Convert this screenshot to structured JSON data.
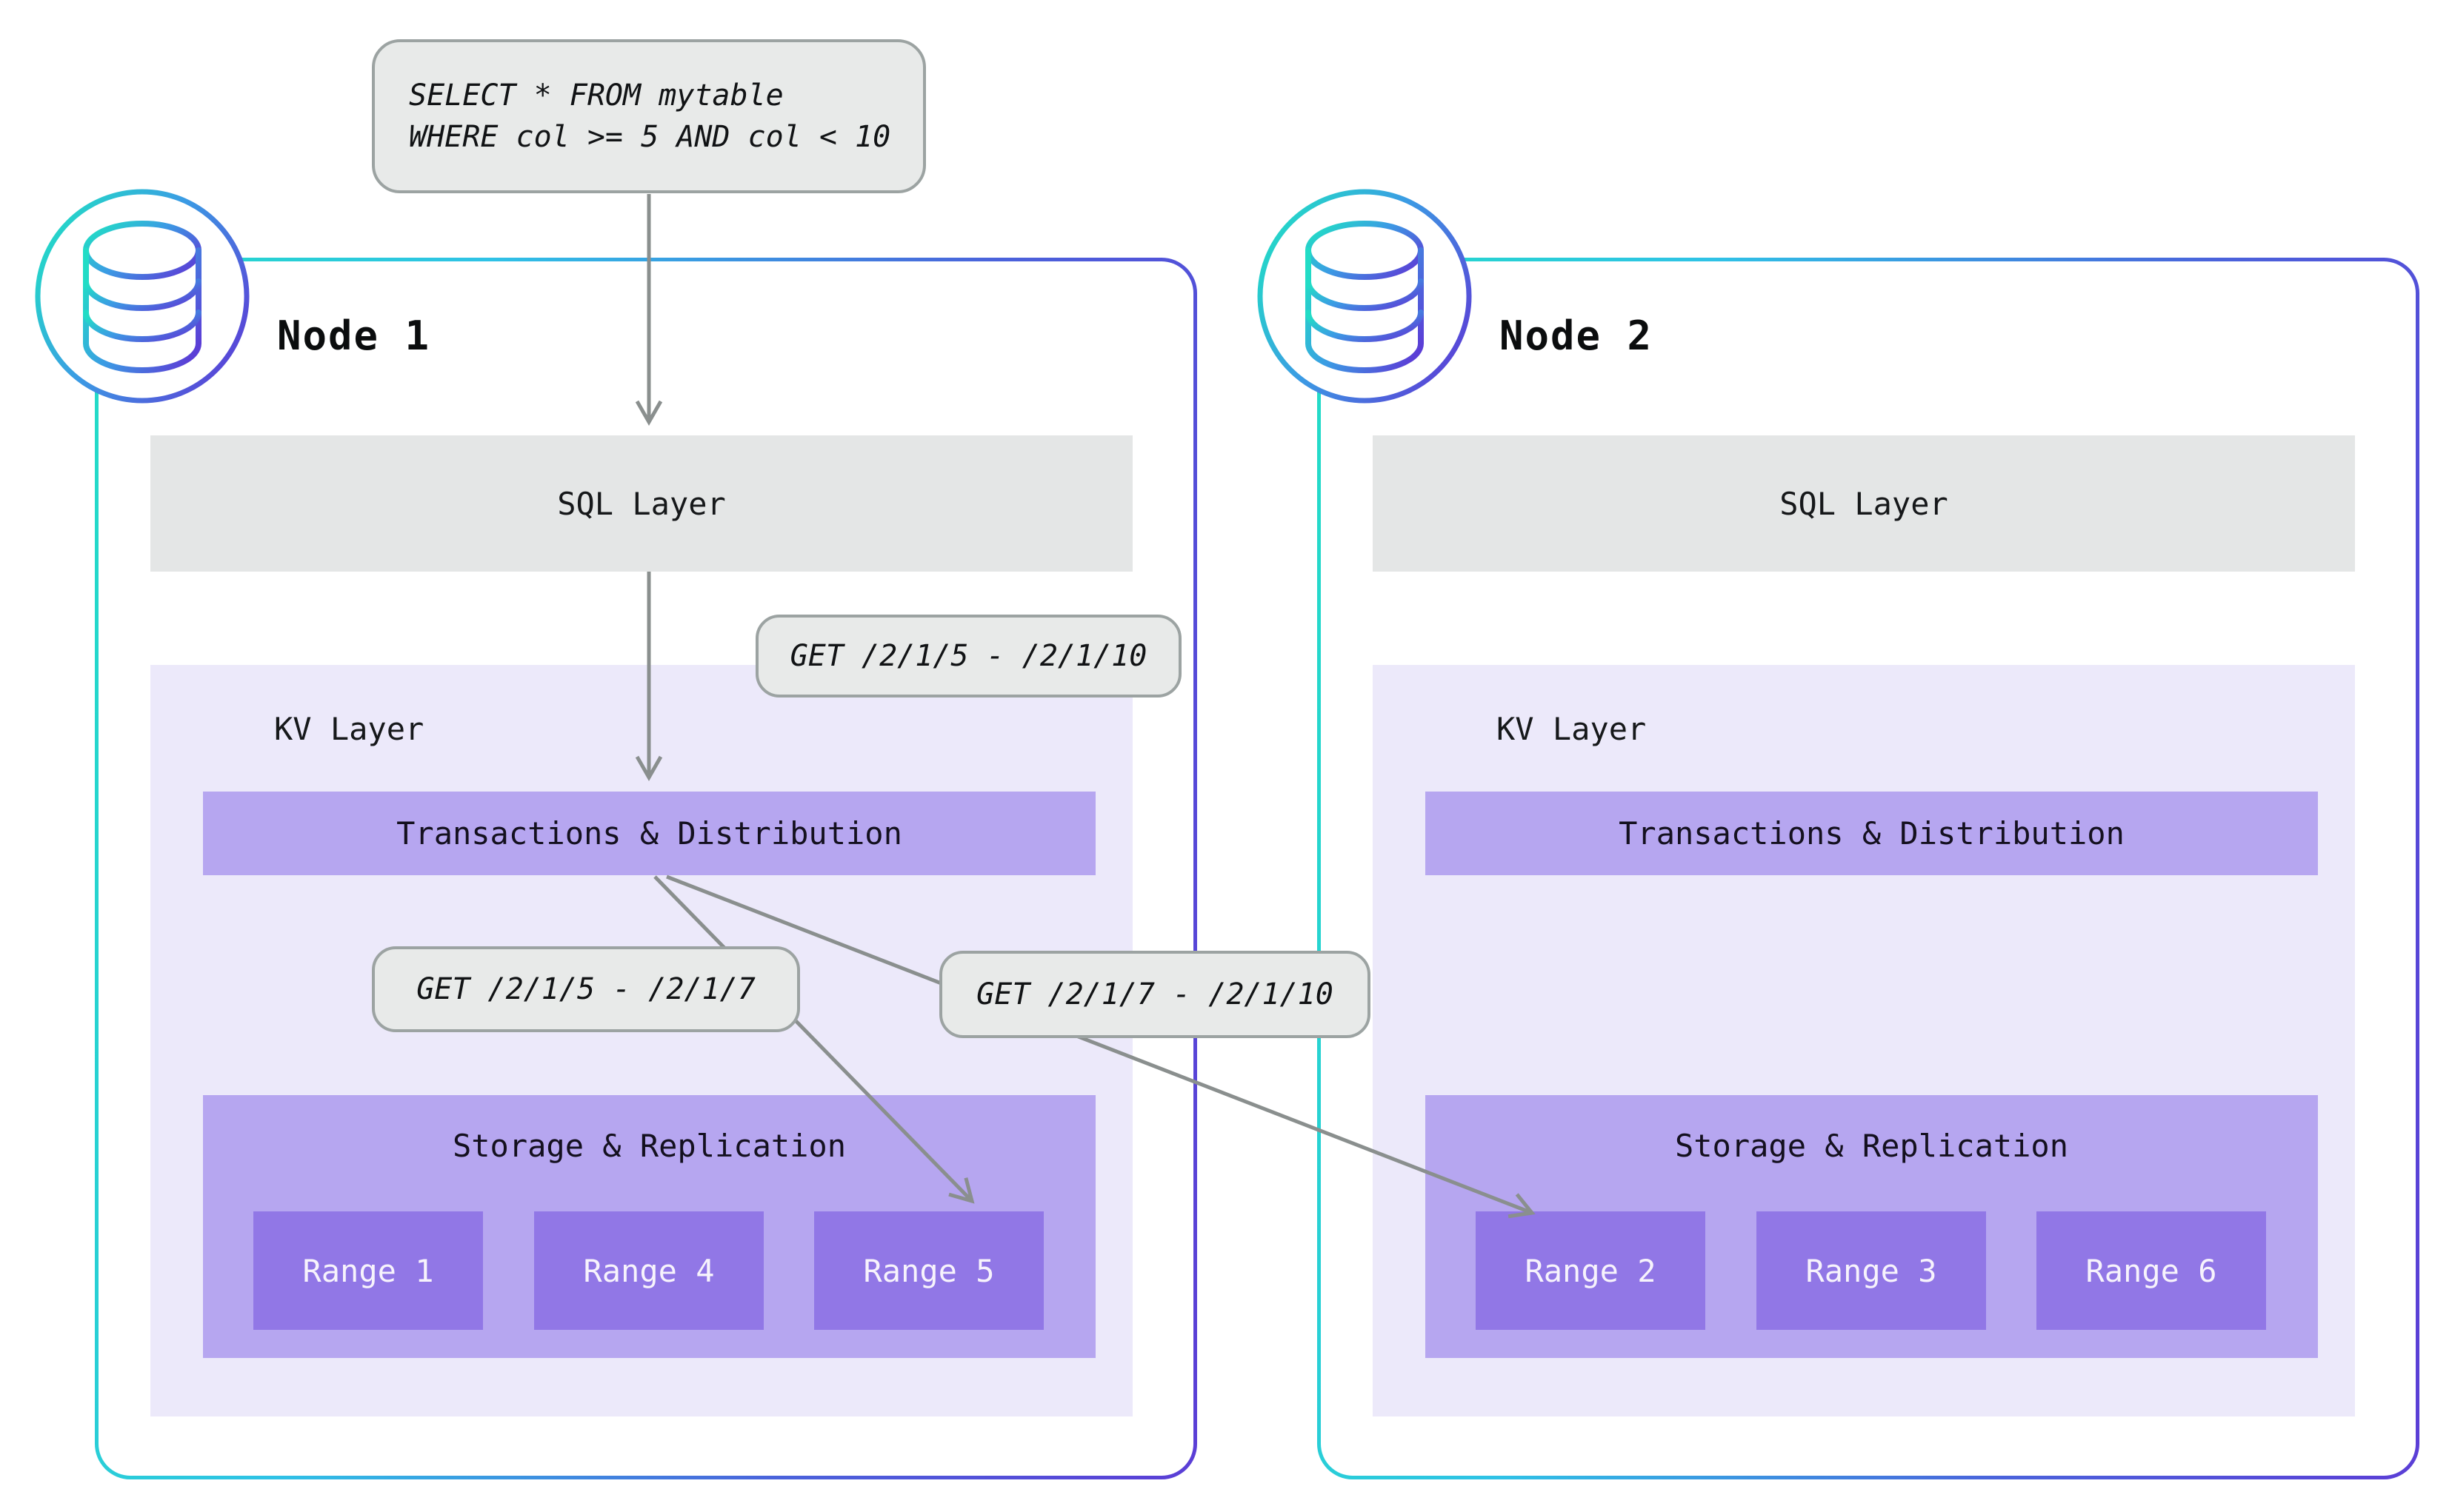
{
  "query_label": {
    "line1": "SELECT * FROM mytable",
    "line2": "WHERE col >= 5 AND col < 10"
  },
  "get_labels": {
    "sql_to_kv": "GET /2/1/5 - /2/1/10",
    "txn_local": "GET /2/1/5 - /2/1/7",
    "txn_remote": "GET /2/1/7 - /2/1/10"
  },
  "nodes": [
    {
      "title": "Node 1",
      "sql_layer": "SQL Layer",
      "kv_layer": "KV Layer",
      "transactions": "Transactions & Distribution",
      "storage": "Storage & Replication",
      "ranges": [
        "Range 1",
        "Range 4",
        "Range 5"
      ]
    },
    {
      "title": "Node 2",
      "sql_layer": "SQL Layer",
      "kv_layer": "KV Layer",
      "transactions": "Transactions & Distribution",
      "storage": "Storage & Replication",
      "ranges": [
        "Range 2",
        "Range 3",
        "Range 6"
      ]
    }
  ],
  "colors": {
    "node_border_teal": "#22DCC6",
    "node_border_cyan": "#2FC2E6",
    "node_border_indigo": "#5B3ED6",
    "sql_bar_bg": "#E4E6E6",
    "callout_bg": "#E8EAE9",
    "callout_border": "#9CA3A2",
    "kv_panel_bg": "#ECE9FA",
    "purple_mid": "#B6A6F0",
    "purple_deep": "#9177E6",
    "arrow_gray": "#8A8F8E",
    "text_dark": "#16181A",
    "text_light": "#F7F3FC"
  }
}
